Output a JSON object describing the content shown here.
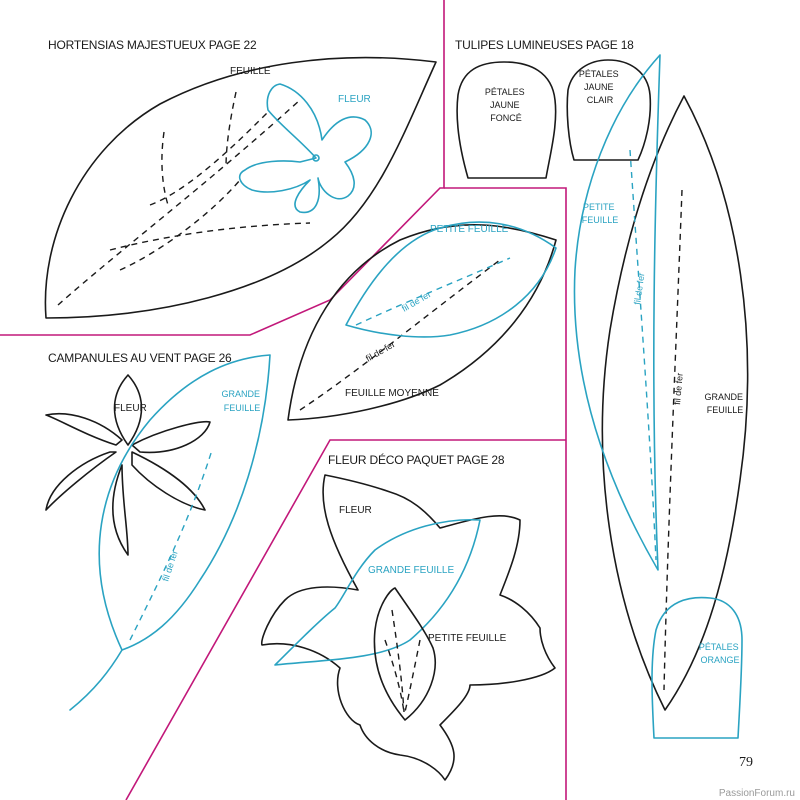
{
  "page_number": "79",
  "watermark": "PassionForum.ru",
  "colors": {
    "ink": "#1a1a1a",
    "teal": "#2aa3c2",
    "divider": "#c2187a"
  },
  "sections": {
    "hortensias": {
      "title": "HORTENSIAS MAJESTUEUX PAGE 22",
      "feuille": "FEUILLE",
      "fleur": "FLEUR"
    },
    "tulipes": {
      "title": "TULIPES LUMINEUSES PAGE 18",
      "petales_fonce": [
        "PÉTALES",
        "JAUNE",
        "FONCÉ"
      ],
      "petales_clair": [
        "PÉTALES",
        "JAUNE",
        "CLAIR"
      ],
      "petite_feuille": [
        "PETITE",
        "FEUILLE"
      ],
      "grande_feuille": [
        "GRANDE",
        "FEUILLE"
      ],
      "fil_de_fer": "fil de fer",
      "petales_orange": [
        "PÉTALES",
        "ORANGE"
      ]
    },
    "middle": {
      "petite_feuille": "PETITE FEUILLE",
      "feuille_moyenne": "FEUILLE MOYENNE",
      "fil_de_fer": "fil de fer"
    },
    "campanules": {
      "title": "CAMPANULES AU VENT PAGE 26",
      "fleur": "FLEUR",
      "grande_feuille": [
        "GRANDE",
        "FEUILLE"
      ],
      "fil_de_fer": "fil de fer"
    },
    "fleur_deco": {
      "title": "FLEUR DÉCO PAQUET PAGE 28",
      "fleur": "FLEUR",
      "grande_feuille": "GRANDE FEUILLE",
      "petite_feuille": "PETITE FEUILLE"
    }
  }
}
